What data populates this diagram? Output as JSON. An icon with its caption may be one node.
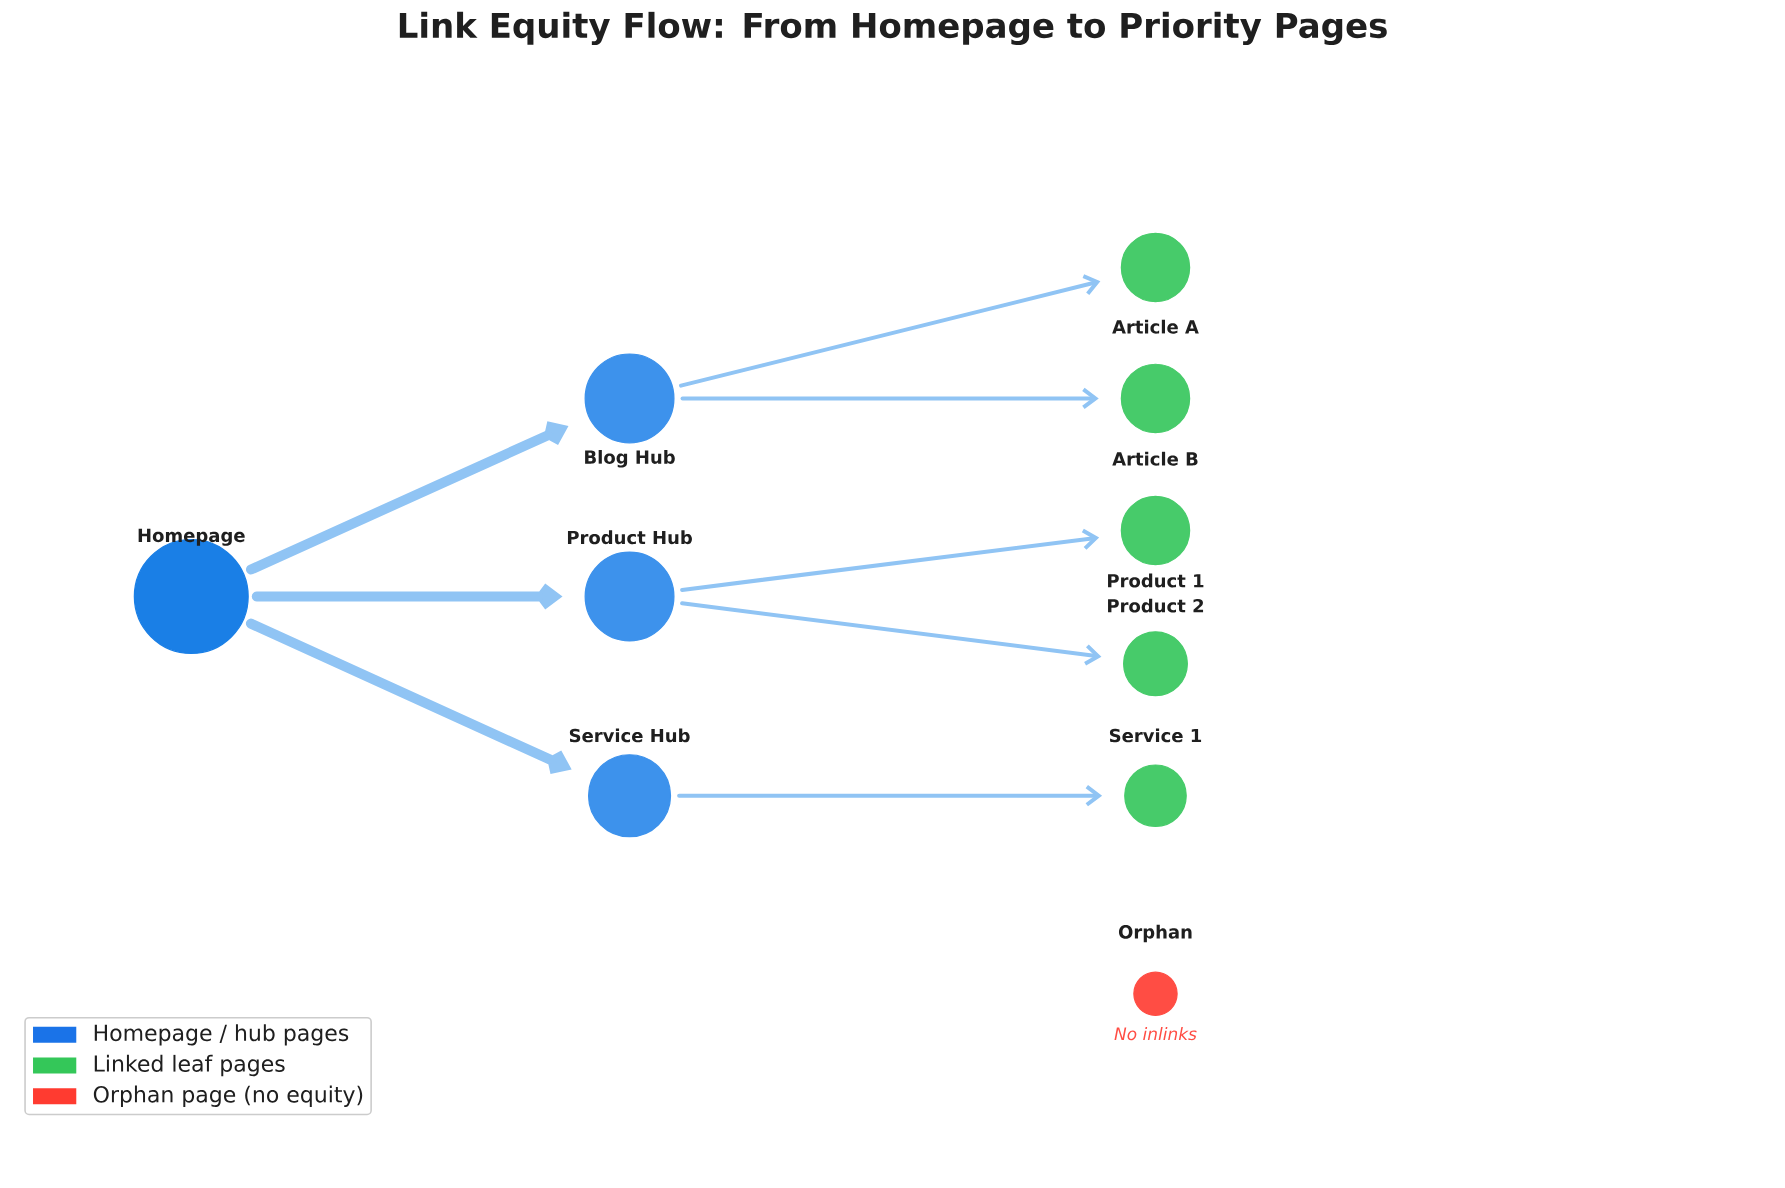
{
  "diagram": {
    "title": "Link Equity Flow: From Homepage to Priority Pages",
    "nodes": [
      {
        "text": [
          "Homepage"
        ]
      },
      {
        "text": [
          "Blog Hub"
        ]
      },
      {
        "text": [
          "Product Hub"
        ]
      },
      {
        "text": [
          "Service Hub"
        ]
      },
      {
        "text": [
          "Article A"
        ]
      },
      {
        "text": [
          "Article B"
        ]
      },
      {
        "text": [
          "Product 1"
        ]
      },
      {
        "text": [
          "Product 2"
        ]
      },
      {
        "text": [
          "Service 1"
        ]
      },
      {
        "text": [
          "Orphan"
        ],
        "beside": [
          "No inlinks"
        ]
      }
    ],
    "edges": [
      {
        "from": 0,
        "to": 1,
        "arrow": "to",
        "style": "thick"
      },
      {
        "from": 0,
        "to": 2,
        "arrow": "to",
        "style": "thick"
      },
      {
        "from": 0,
        "to": 3,
        "arrow": "to",
        "style": "thick"
      },
      {
        "from": 1,
        "to": 4,
        "arrow": "to"
      },
      {
        "from": 1,
        "to": 5,
        "arrow": "to"
      },
      {
        "from": 2,
        "to": 6,
        "arrow": "to"
      },
      {
        "from": 2,
        "to": 7,
        "arrow": "to"
      },
      {
        "from": 3,
        "to": 8,
        "arrow": "to"
      }
    ],
    "legend": [
      {
        "text": "Homepage / hub pages",
        "color": "#1a73e8"
      },
      {
        "text": "Linked leaf pages",
        "color": "#34c759"
      },
      {
        "text": "Orphan page (no equity)",
        "color": "#ff3b30"
      }
    ]
  }
}
